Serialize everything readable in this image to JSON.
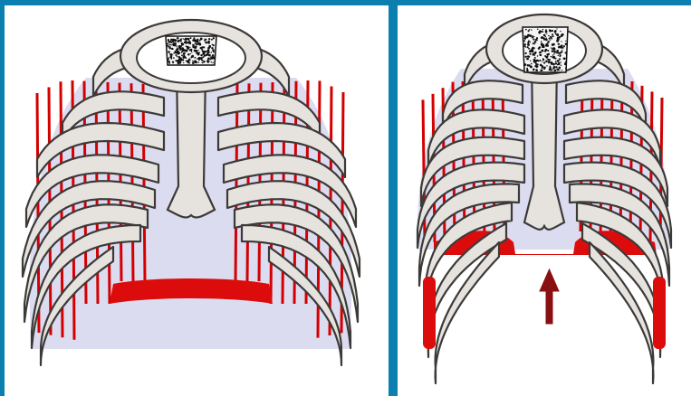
{
  "figure": {
    "panels": [
      {
        "id": "left",
        "view": "thorax-expanded",
        "diaphragm": "flattened-curved"
      },
      {
        "id": "right",
        "view": "thorax-contracted",
        "diaphragm": "domed",
        "annotation": "upward-arrow"
      }
    ]
  },
  "colors": {
    "frame": "#0a7fb0",
    "bone": "#e6e3df",
    "bone_outline": "#3c3a38",
    "lung_fill": "#dcdcf0",
    "intercostal_stripe": "#d40000",
    "diaphragm": "#dd0c0c",
    "arrow": "#8a0f12",
    "vertebra_dots": "#111111"
  },
  "icons": [
    "vertebra-icon",
    "arrow-up-icon"
  ]
}
